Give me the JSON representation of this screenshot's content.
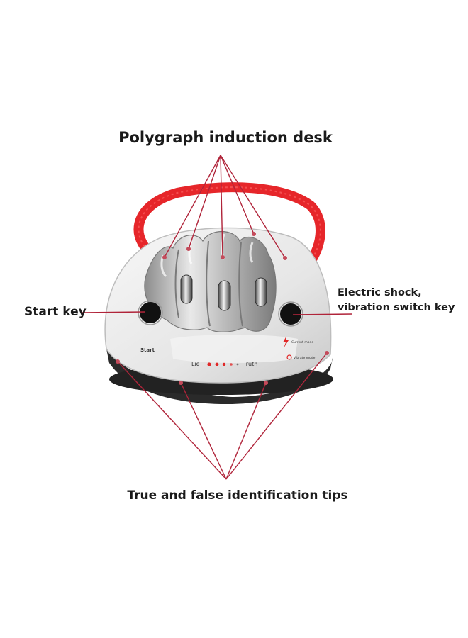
{
  "labels": {
    "top": "Polygraph induction desk",
    "left": "Start key",
    "right_line1": "Electric shock,",
    "right_line2": "vibration switch key",
    "bottom": "True and false identification tips"
  },
  "device": {
    "start_text": "Start",
    "lie_text": "Lie",
    "truth_text": "Truth",
    "mode1_text": "Current mode",
    "mode2_text": "Vibrate mode"
  },
  "colors": {
    "leader_line": "#b0243a",
    "strap": "#e6262a",
    "led": "#e02828",
    "body": "#eeeeee",
    "base": "#2a2a2a"
  }
}
